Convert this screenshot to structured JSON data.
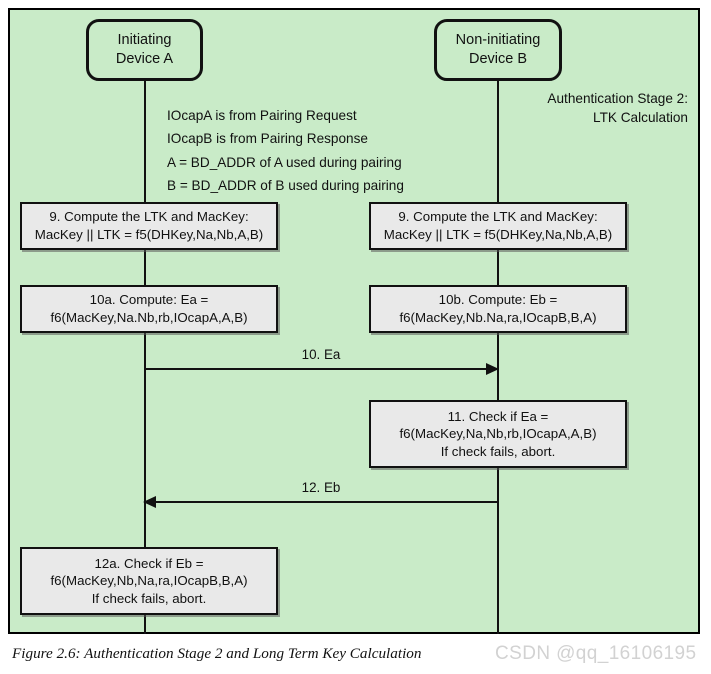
{
  "figure": {
    "caption": "Figure 2.6:  Authentication Stage 2 and Long Term Key Calculation",
    "watermark": "CSDN @qq_16106195",
    "background_color": "#c9ebc8",
    "box_fill_color": "#e9e9e9",
    "line_color": "#111111"
  },
  "stage_label": {
    "line1": "Authentication Stage 2:",
    "line2": "LTK Calculation"
  },
  "devices": [
    {
      "id": "device-a",
      "line1": "Initiating",
      "line2": "Device A"
    },
    {
      "id": "device-b",
      "line1": "Non-initiating",
      "line2": "Device B"
    }
  ],
  "notes": {
    "definitions": [
      "IOcapA is from Pairing Request",
      "IOcapB is from Pairing Response",
      "A = BD_ADDR of A used during pairing",
      "B = BD_ADDR of B used during pairing"
    ]
  },
  "steps": [
    {
      "id": "step-9-a",
      "side": "left",
      "lines": [
        "9. Compute the LTK and MacKey:",
        "MacKey || LTK = f5(DHKey,Na,Nb,A,B)"
      ]
    },
    {
      "id": "step-9-b",
      "side": "right",
      "lines": [
        "9. Compute the LTK and MacKey:",
        "MacKey || LTK = f5(DHKey,Na,Nb,A,B)"
      ]
    },
    {
      "id": "step-10a",
      "side": "left",
      "lines": [
        "10a. Compute: Ea =",
        "f6(MacKey,Na.Nb,rb,IOcapA,A,B)"
      ]
    },
    {
      "id": "step-10b",
      "side": "right",
      "lines": [
        "10b. Compute: Eb =",
        "f6(MacKey,Nb.Na,ra,IOcapB,B,A)"
      ]
    },
    {
      "id": "step-11",
      "side": "right",
      "lines": [
        "11. Check if Ea =",
        "f6(MacKey,Na,Nb,rb,IOcapA,A,B)",
        "If check fails, abort."
      ]
    },
    {
      "id": "step-12a",
      "side": "left",
      "lines": [
        "12a. Check if Eb =",
        "f6(MacKey,Nb,Na,ra,IOcapB,B,A)",
        "If check fails, abort."
      ]
    }
  ],
  "messages": [
    {
      "id": "message-10-ea",
      "label": "10. Ea",
      "direction": "a-to-b"
    },
    {
      "id": "message-12-eb",
      "label": "12. Eb",
      "direction": "b-to-a"
    }
  ]
}
